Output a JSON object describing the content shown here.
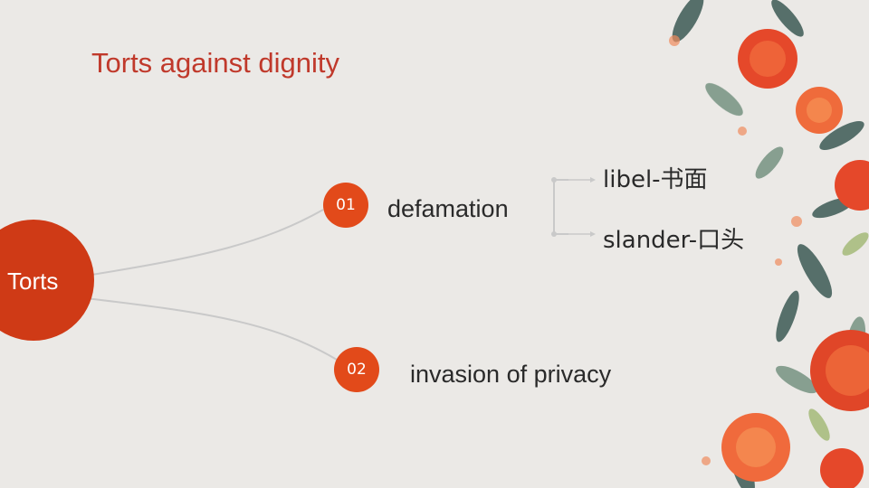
{
  "title": "Torts against dignity",
  "hub": {
    "label": "Torts"
  },
  "branches": [
    {
      "number": "01",
      "label": "defamation"
    },
    {
      "number": "02",
      "label": "invasion of privacy"
    }
  ],
  "sub_branches": [
    {
      "label": "libel-书面"
    },
    {
      "label": "slander-口头"
    }
  ],
  "colors": {
    "accent": "#e24a1a",
    "hub": "#cf3a16",
    "title": "#c0392b",
    "background": "#ebe9e6"
  }
}
